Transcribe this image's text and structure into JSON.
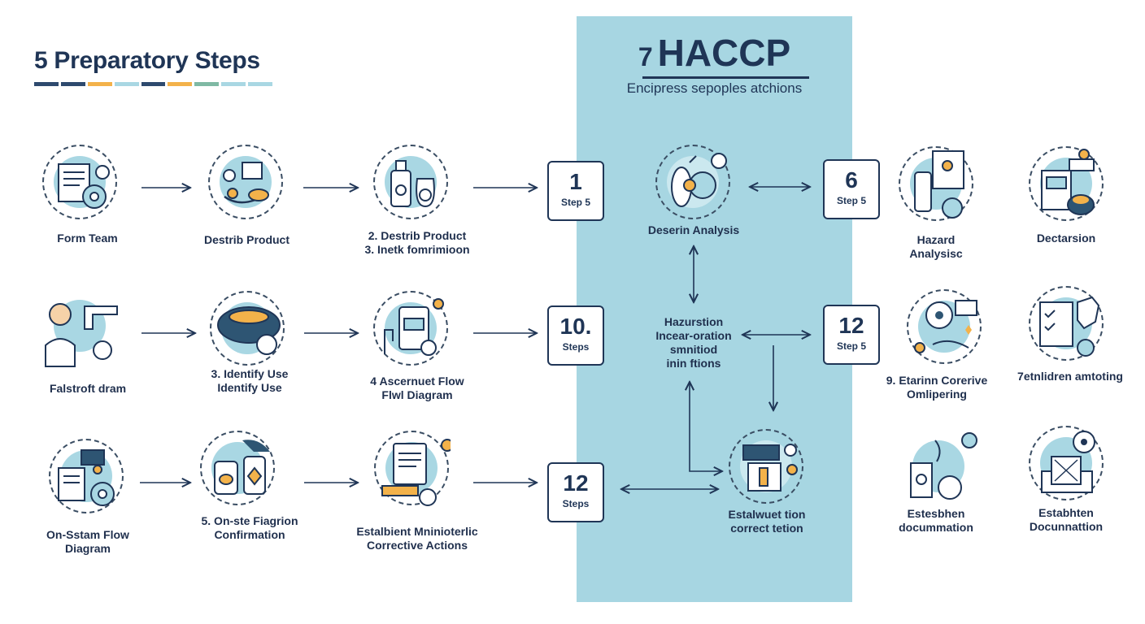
{
  "left_title": "5 Preparatory Steps",
  "title_bar_colors": [
    "#2e4a6e",
    "#2e4a6e",
    "#f3b24a",
    "#a9d7e3",
    "#2e4a6e",
    "#f3b24a",
    "#7fb9a4",
    "#a9d7e3",
    "#a9d7e3"
  ],
  "haccp": {
    "number": "7",
    "title": "HACCP",
    "subtitle": "Encipress sepoples atchions"
  },
  "colors": {
    "panel": "#a7d6e2",
    "navy": "#1f3556",
    "accent": "#f3b24a",
    "icon_fill": "#a9d7e3"
  },
  "prep_items": [
    {
      "label": "Form Team",
      "icon": "team-documents-gears-icon"
    },
    {
      "label": "Destrib Product",
      "icon": "product-description-icon"
    },
    {
      "label": "2. Destrib Product\n3. Inetk fomrimioon",
      "icon": "product-bottles-icon"
    },
    {
      "label": "Falstroft dram",
      "icon": "person-faucet-icon"
    },
    {
      "label": "3. Identify Use\nIdentify Use",
      "icon": "food-dish-icon"
    },
    {
      "label": "4 Ascernuet Flow\nFlwl Diagram",
      "icon": "hand-package-icon"
    },
    {
      "label": "On-Sstam Flow\nDiagram",
      "icon": "flow-machine-icon"
    },
    {
      "label": "5. On-ste Fiagrion\nConfirmation",
      "icon": "jars-confirmation-icon"
    },
    {
      "label": "Estalbient Mninioterlic\nCorrective Actions",
      "icon": "document-lightbulb-icon"
    }
  ],
  "step_boxes": [
    {
      "num": "1",
      "sub": "Step 5"
    },
    {
      "num": "10.",
      "sub": "Steps"
    },
    {
      "num": "12",
      "sub": "Steps"
    },
    {
      "num": "6",
      "sub": "Step 5"
    },
    {
      "num": "12",
      "sub": "Step 5"
    }
  ],
  "haccp_nodes": {
    "analysis": {
      "label": "Deserin Analysis",
      "icon": "analysis-magnifier-icon"
    },
    "center_text": "Hazurstion\nIncear-oration\nsmnitiod\ninin ftions",
    "correction": {
      "label": "Estalwuet tion\ncorrect tetion",
      "icon": "correction-machine-icon"
    }
  },
  "right_items": [
    {
      "label": "Hazard\nAnalysisc",
      "icon": "hazard-documents-icon"
    },
    {
      "label": "Dectarsion",
      "icon": "decision-station-icon"
    },
    {
      "label": "9. Etarinn Corerive\nOmlipering",
      "icon": "monitoring-person-icon"
    },
    {
      "label": "7etnlidren amtoting",
      "icon": "checklist-shield-icon"
    },
    {
      "label": "Estesbhen\ndocummation",
      "icon": "documentation-plant-icon"
    },
    {
      "label": "Estabhten\nDocunnattion",
      "icon": "documentation-gear-icon"
    }
  ]
}
